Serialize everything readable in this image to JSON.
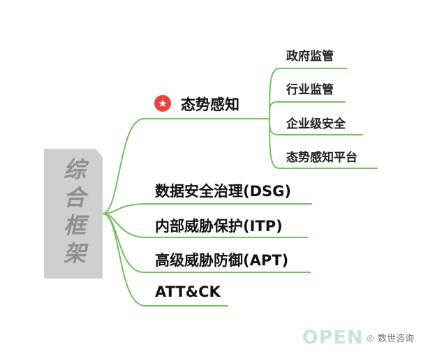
{
  "root": {
    "label": "综合框架"
  },
  "branches": [
    {
      "label": "态势感知",
      "icon": "star-icon",
      "badge_color": "#e8453c"
    },
    {
      "label": "数据安全治理(DSG)"
    },
    {
      "label": "内部威胁保护(ITP)"
    },
    {
      "label": "高级威胁防御(APT)"
    },
    {
      "label": "ATT&CK"
    }
  ],
  "subbranches": [
    {
      "label": "政府监管"
    },
    {
      "label": "行业监管"
    },
    {
      "label": "企业级安全"
    },
    {
      "label": "态势感知平台"
    }
  ],
  "colors": {
    "connector": "#72c15b",
    "root_fill": "#cfcfcf",
    "root_text": "#8f8f8f"
  },
  "watermark": {
    "logo_text": "OPEN",
    "brand_text": "数世咨询",
    "icon": "wechat-icon"
  }
}
